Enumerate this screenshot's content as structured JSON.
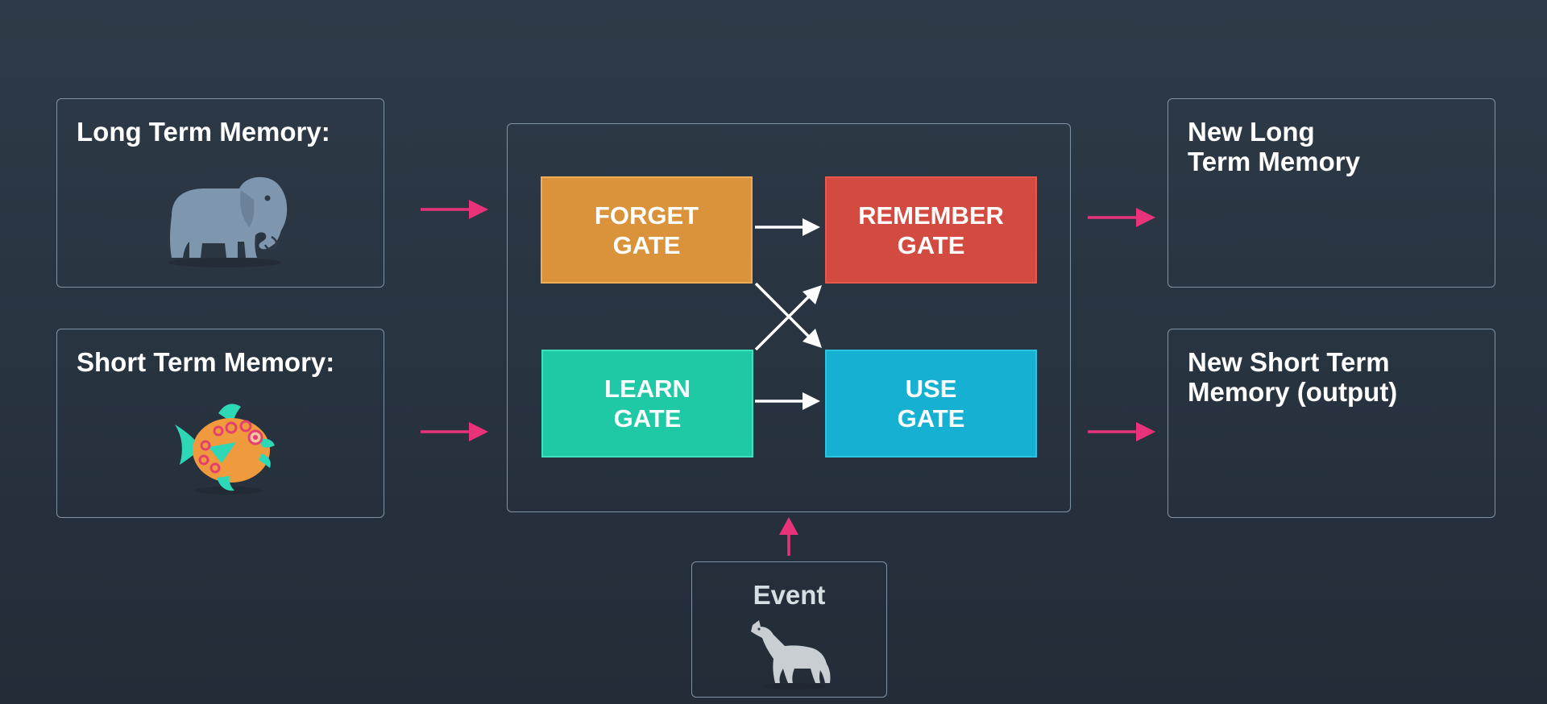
{
  "inputs": {
    "long_term_memory": {
      "title": "Long Term Memory:",
      "icon": "elephant-icon"
    },
    "short_term_memory": {
      "title": "Short Term Memory:",
      "icon": "fish-icon"
    },
    "event": {
      "title": "Event",
      "icon": "wolf-icon"
    }
  },
  "gates": {
    "forget": {
      "label": "FORGET\nGATE",
      "color": "#db933b"
    },
    "remember": {
      "label": "REMEMBER\nGATE",
      "color": "#d34b40"
    },
    "learn": {
      "label": "LEARN\nGATE",
      "color": "#1fc9a6"
    },
    "use": {
      "label": "USE\nGATE",
      "color": "#16b1d2"
    }
  },
  "outputs": {
    "new_long_term_memory": {
      "title": "New Long\nTerm Memory"
    },
    "new_short_term_memory": {
      "title": "New Short Term\nMemory (output)"
    }
  },
  "colors": {
    "panel_border": "#7f93a5",
    "input_arrow": "#e8337a",
    "gate_arrow": "#ffffff"
  }
}
